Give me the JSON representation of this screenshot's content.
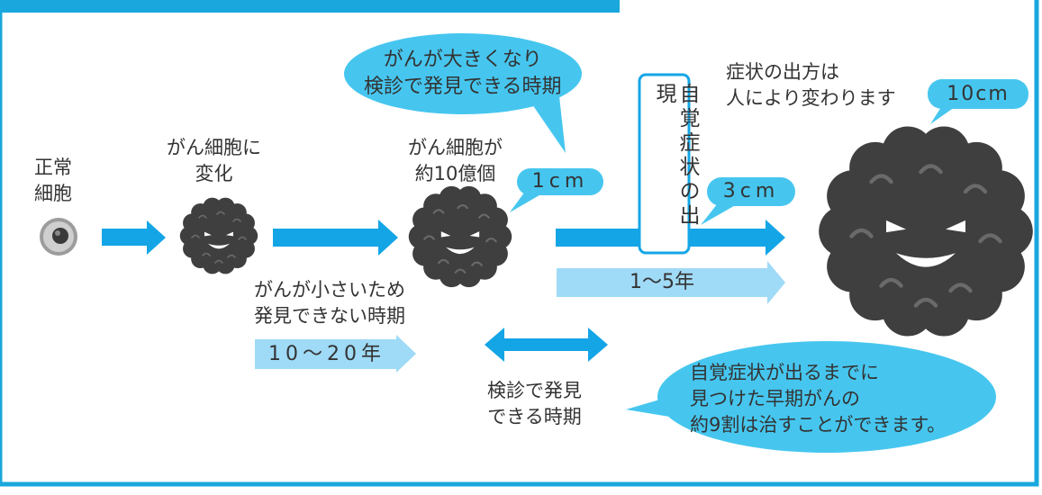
{
  "colors": {
    "frame": "#1aa7dd",
    "bubble": "#46c6ef",
    "arrow": "#14a5e6",
    "arrow_light": "#9fdaf6",
    "cell": "#3f3f3f",
    "text": "#333333"
  },
  "stages": {
    "normal_cell": "正常\n細胞",
    "changed_cell": "がん細胞に\n変化",
    "billion_cells": "がん細胞が\n約10億個"
  },
  "bubbles": {
    "detectable_large": "がんが大きくなり\n検診で発見できる時期",
    "size_1cm": "1cm",
    "size_3cm": "3cm",
    "size_10cm": "10cm",
    "cure_rate": "自覚症状が出るまでに\n見つけた早期がんの\n約9割は治すことができます。"
  },
  "labels": {
    "symptom_onset": "自覚症状の出現",
    "symptoms_vary": "症状の出方は\n人により変わります",
    "undetectable_small": "がんが小さいため\n発見できない時期",
    "years_10_20": "10～20年",
    "years_1_5": "1～5年",
    "detectable_screening": "検診で発見\nできる時期"
  }
}
